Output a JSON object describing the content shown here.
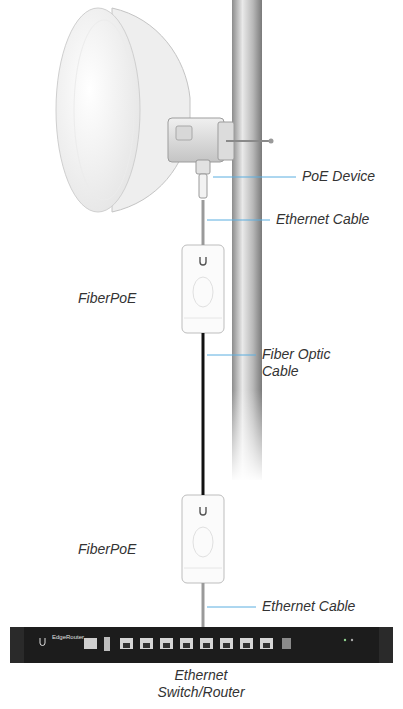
{
  "diagram": {
    "nodes": [
      {
        "text": [
          "PoE Device"
        ]
      },
      {
        "text": [
          "FiberPoE"
        ]
      },
      {
        "text": [
          "FiberPoE"
        ]
      },
      {
        "text": [
          "Ethernet Switch/Router"
        ]
      }
    ],
    "edges": [
      {
        "from": 0,
        "to": 1,
        "arrow": "none",
        "label": "Ethernet Cable"
      },
      {
        "from": 1,
        "to": 2,
        "arrow": "none",
        "label": "Fiber Optic Cable"
      },
      {
        "from": 2,
        "to": 3,
        "arrow": "none",
        "label": "Ethernet Cable"
      }
    ],
    "labels": [
      "EdgeRouter"
    ]
  }
}
